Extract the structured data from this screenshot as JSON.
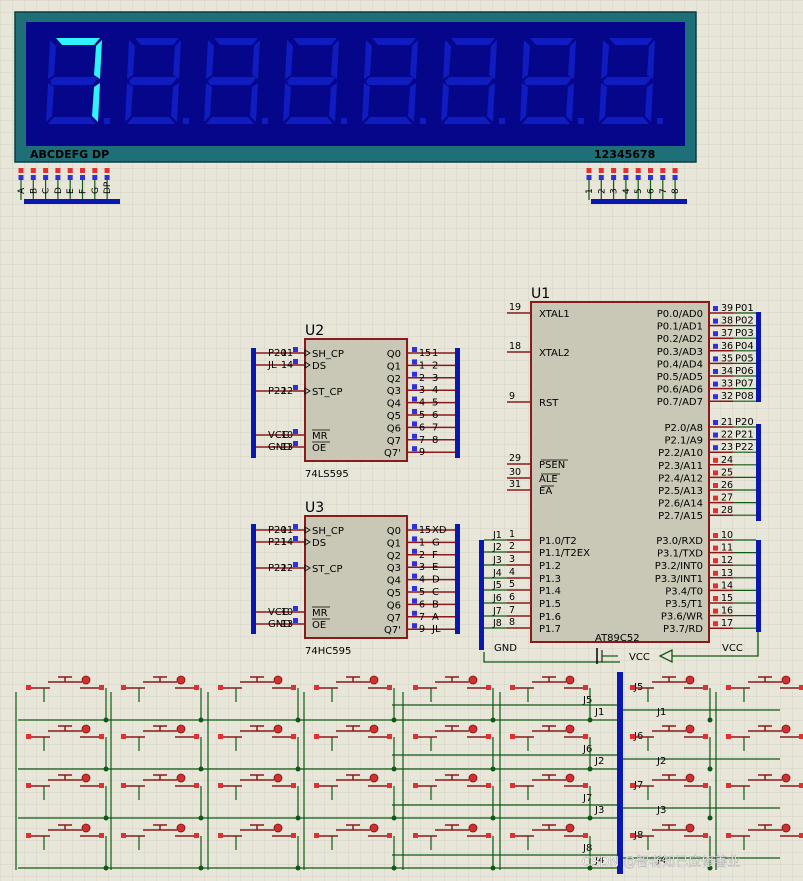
{
  "colors": {
    "background": "#e7e6d9",
    "grid": "#cfcdbf",
    "chip_fill": "#c9c8b7",
    "chip_border": "#8a1a1a",
    "wire": "#0f5a12",
    "bus": "#0a18b0",
    "label": "#000000",
    "pin_red": "#e03030",
    "pin_blue": "#3030e0",
    "lcd_outer": "#1f6f78",
    "lcd_inner": "#06068a",
    "seg_on": "#2ff3ff",
    "seg_off": "#0f1cc0"
  },
  "display": {
    "shown_digit": "7",
    "left_label": "ABCDEFG  DP",
    "right_label": "12345678",
    "seg_pins": [
      "A",
      "B",
      "C",
      "D",
      "E",
      "F",
      "G",
      "DP"
    ],
    "digit_pins": [
      "1",
      "2",
      "3",
      "4",
      "5",
      "6",
      "7",
      "8"
    ]
  },
  "u1": {
    "ref": "U1",
    "part": "AT89C52",
    "left": [
      [
        "19",
        "XTAL1"
      ],
      [
        "18",
        "XTAL2"
      ],
      [
        "9",
        "RST"
      ],
      [
        "29",
        "PSEN"
      ],
      [
        "30",
        "ALE"
      ],
      [
        "31",
        "EA"
      ],
      [
        "1",
        "P1.0/T2"
      ],
      [
        "2",
        "P1.1/T2EX"
      ],
      [
        "3",
        "P1.2"
      ],
      [
        "4",
        "P1.3"
      ],
      [
        "5",
        "P1.4"
      ],
      [
        "6",
        "P1.5"
      ],
      [
        "7",
        "P1.6"
      ],
      [
        "8",
        "P1.7"
      ]
    ],
    "left_nets": [
      "J1",
      "J2",
      "J3",
      "J4",
      "J5",
      "J6",
      "J7",
      "J8"
    ],
    "right_p0": [
      [
        "39",
        "P0.0/AD0",
        "P01"
      ],
      [
        "38",
        "P0.1/AD1",
        "P02"
      ],
      [
        "37",
        "P0.2/AD2",
        "P03"
      ],
      [
        "36",
        "P0.3/AD3",
        "P04"
      ],
      [
        "35",
        "P0.4/AD4",
        "P05"
      ],
      [
        "34",
        "P0.5/AD5",
        "P06"
      ],
      [
        "33",
        "P0.6/AD6",
        "P07"
      ],
      [
        "32",
        "P0.7/AD7",
        "P08"
      ]
    ],
    "right_p2": [
      [
        "21",
        "P2.0/A8",
        "P20"
      ],
      [
        "22",
        "P2.1/A9",
        "P21"
      ],
      [
        "23",
        "P2.2/A10",
        "P22"
      ],
      [
        "24",
        "P2.3/A11",
        ""
      ],
      [
        "25",
        "P2.4/A12",
        ""
      ],
      [
        "26",
        "P2.5/A13",
        ""
      ],
      [
        "27",
        "P2.6/A14",
        ""
      ],
      [
        "28",
        "P2.7/A15",
        ""
      ]
    ],
    "right_p3": [
      [
        "10",
        "P3.0/RXD"
      ],
      [
        "11",
        "P3.1/TXD"
      ],
      [
        "12",
        "P3.2/INT0"
      ],
      [
        "13",
        "P3.3/INT1"
      ],
      [
        "14",
        "P3.4/T0"
      ],
      [
        "15",
        "P3.5/T1"
      ],
      [
        "16",
        "P3.6/WR"
      ],
      [
        "17",
        "P3.7/RD"
      ]
    ]
  },
  "u2": {
    "ref": "U2",
    "part": "74LS595",
    "left": [
      [
        "11",
        "SH_CP",
        "P20"
      ],
      [
        "14",
        "DS",
        "JL"
      ],
      [
        "12",
        "ST_CP",
        "P22"
      ],
      [
        "10",
        "MR",
        "VCC"
      ],
      [
        "13",
        "OE",
        "GND"
      ]
    ],
    "right": [
      [
        "15",
        "Q0",
        "1"
      ],
      [
        "1",
        "Q1",
        "2"
      ],
      [
        "2",
        "Q2",
        "3"
      ],
      [
        "3",
        "Q3",
        "4"
      ],
      [
        "4",
        "Q4",
        "5"
      ],
      [
        "5",
        "Q5",
        "6"
      ],
      [
        "6",
        "Q6",
        "7"
      ],
      [
        "7",
        "Q7",
        "8"
      ],
      [
        "9",
        "Q7'",
        ""
      ]
    ]
  },
  "u3": {
    "ref": "U3",
    "part": "74HC595",
    "left": [
      [
        "11",
        "SH_CP",
        "P20"
      ],
      [
        "14",
        "DS",
        "P21"
      ],
      [
        "12",
        "ST_CP",
        "P22"
      ],
      [
        "10",
        "MR",
        "VCC"
      ],
      [
        "13",
        "OE",
        "GND"
      ]
    ],
    "right": [
      [
        "15",
        "Q0",
        "XD"
      ],
      [
        "1",
        "Q1",
        "G"
      ],
      [
        "2",
        "Q2",
        "F"
      ],
      [
        "3",
        "Q3",
        "E"
      ],
      [
        "4",
        "Q4",
        "D"
      ],
      [
        "5",
        "Q5",
        "C"
      ],
      [
        "6",
        "Q6",
        "B"
      ],
      [
        "7",
        "Q7",
        "A"
      ],
      [
        "9",
        "Q7'",
        "JL"
      ]
    ]
  },
  "power": {
    "gnd": "GND",
    "vcc": "VCC",
    "vcc_net": "VCC"
  },
  "keypad": {
    "row_labels": [
      "J1",
      "J2",
      "J3",
      "J4"
    ],
    "col_labels": [
      "J5",
      "J6",
      "J7",
      "J8"
    ],
    "rows": 4,
    "cols": 8
  },
  "watermark": "CSDN @智者知已应修善业"
}
